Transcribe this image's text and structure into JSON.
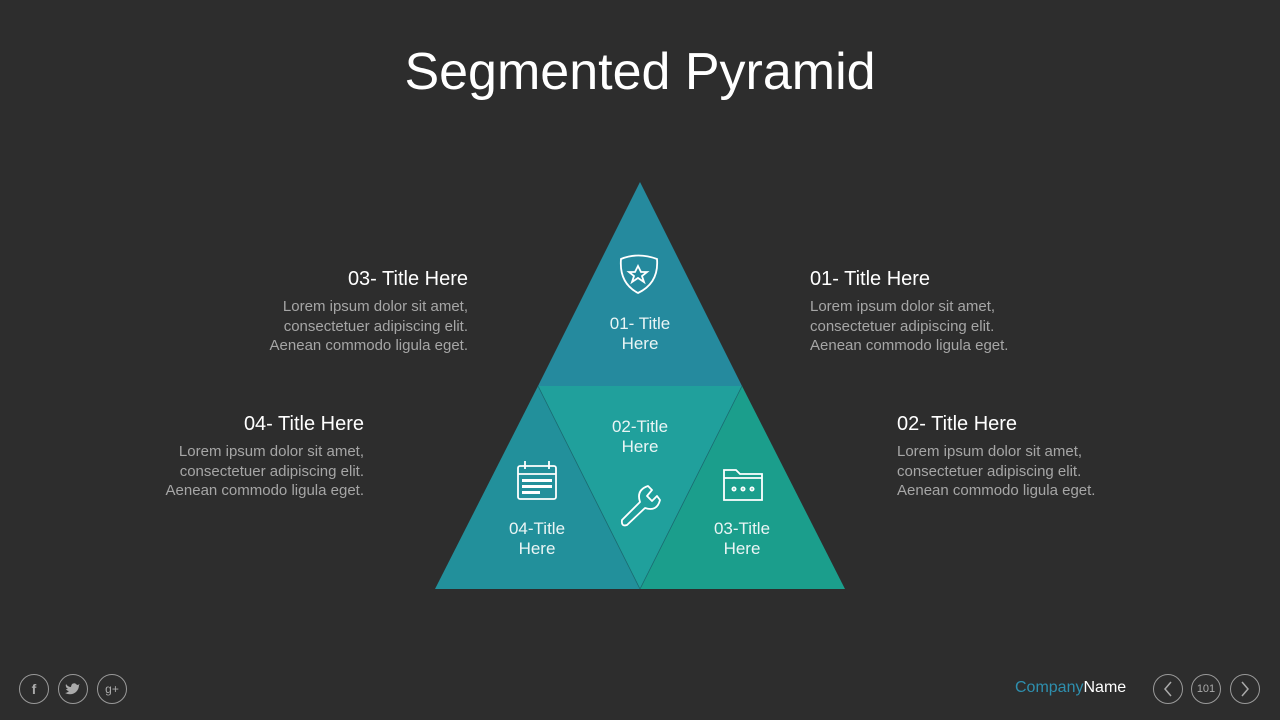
{
  "title": "Segmented Pyramid",
  "colors": {
    "background": "#2d2d2d",
    "top": "#258a9e",
    "left": "#22909b",
    "middle": "#20a09c",
    "right": "#1b9e8c",
    "accent": "#2e8fae"
  },
  "blocks": [
    {
      "title": "03- Title Here",
      "text": [
        "Lorem ipsum dolor sit amet,",
        "consectetuer adipiscing elit.",
        "Aenean commodo ligula eget."
      ]
    },
    {
      "title": "01- Title Here",
      "text": [
        "Lorem ipsum dolor sit amet,",
        "consectetuer adipiscing elit.",
        "Aenean commodo ligula eget."
      ]
    },
    {
      "title": "04- Title Here",
      "text": [
        "Lorem ipsum dolor sit amet,",
        "consectetuer adipiscing elit.",
        "Aenean commodo ligula eget."
      ]
    },
    {
      "title": "02- Title Here",
      "text": [
        "Lorem ipsum dolor sit amet,",
        "consectetuer adipiscing elit.",
        "Aenean commodo ligula eget."
      ]
    }
  ],
  "segments": {
    "top": {
      "line1": "01- Title",
      "line2": "Here",
      "icon": "shield-star-icon"
    },
    "middle": {
      "line1": "02-Title",
      "line2": "Here",
      "icon": "wrench-icon"
    },
    "left": {
      "line1": "04-Title",
      "line2": "Here",
      "icon": "calendar-icon"
    },
    "right": {
      "line1": "03-Title",
      "line2": "Here",
      "icon": "folder-icon"
    }
  },
  "footer": {
    "social": [
      {
        "label": "f",
        "icon": "facebook-icon"
      },
      {
        "label": "t",
        "icon": "twitter-icon"
      },
      {
        "label": "g+",
        "icon": "google-plus-icon"
      }
    ],
    "company_first": "Company",
    "company_second": "Name",
    "page": "101"
  }
}
